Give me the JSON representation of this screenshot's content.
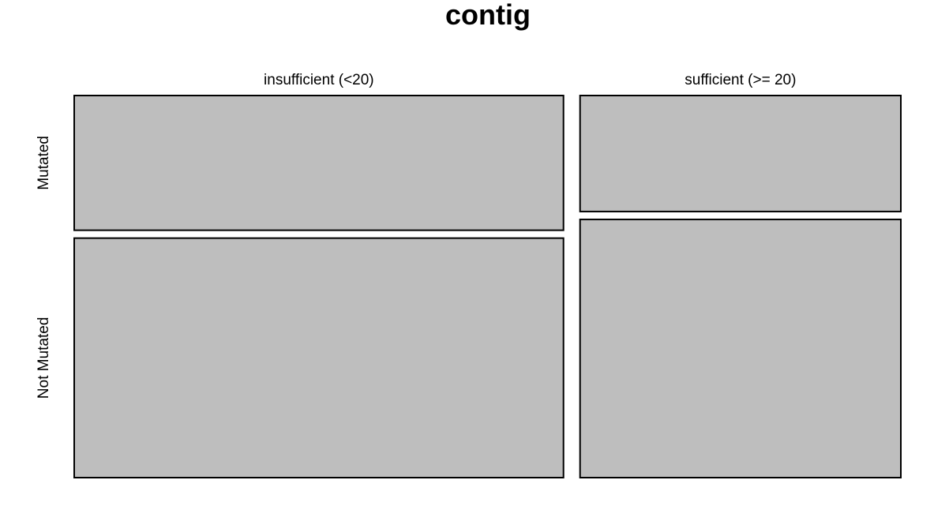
{
  "chart_data": {
    "type": "mosaic",
    "title": "contig",
    "columns": [
      "insufficient (<20)",
      "sufficient (>= 20)"
    ],
    "rows": [
      "Mutated",
      "Not Mutated"
    ],
    "column_proportions": [
      0.604,
      0.396
    ],
    "row_proportions_within_column": [
      [
        0.36,
        0.64
      ],
      [
        0.31,
        0.69
      ]
    ],
    "colors": {
      "tile_fill": "#bebebe",
      "tile_stroke": "#000000"
    }
  }
}
